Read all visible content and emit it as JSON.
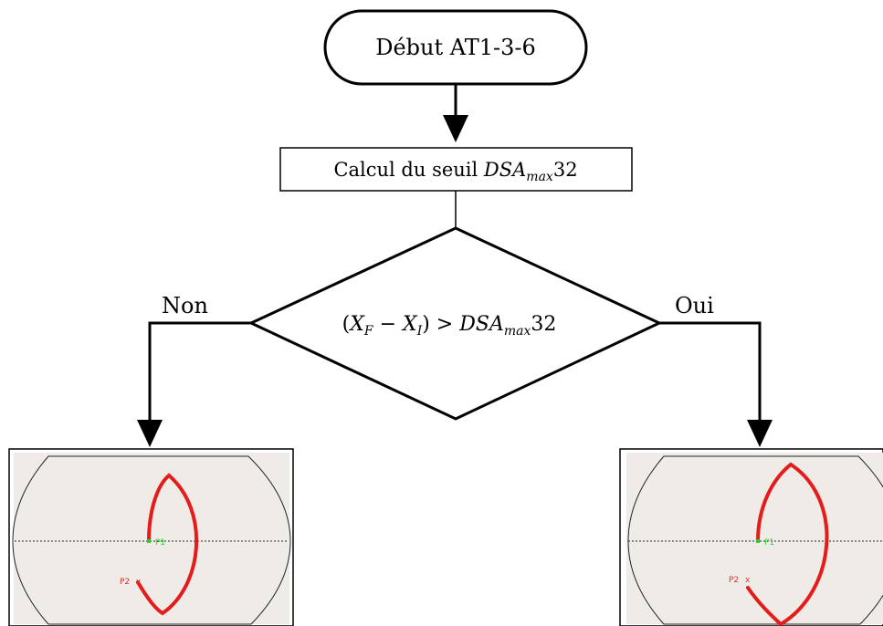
{
  "flowchart": {
    "start": {
      "label": "Début AT1-3-6"
    },
    "process": {
      "label_prefix": "Calcul du seuil ",
      "label_var": "DSA",
      "label_sub": "max",
      "label_suffix": "32"
    },
    "decision": {
      "open": "(",
      "x": "X",
      "f": "F",
      "minus": " − ",
      "xi": "X",
      "i": "I",
      "close": ") > ",
      "var": "DSA",
      "sub": "max",
      "suffix": "32"
    },
    "branch_no": "Non",
    "branch_yes": "Oui"
  },
  "thumbnails": {
    "left": {
      "point1": "P1",
      "point2": "P2"
    },
    "right": {
      "point1": "P1",
      "point2": "P2"
    }
  },
  "colors": {
    "curve": "#e51c1c",
    "panel": "#efece8",
    "point1": "#2ad12a",
    "point2": "#e03030",
    "line": "#000000"
  }
}
